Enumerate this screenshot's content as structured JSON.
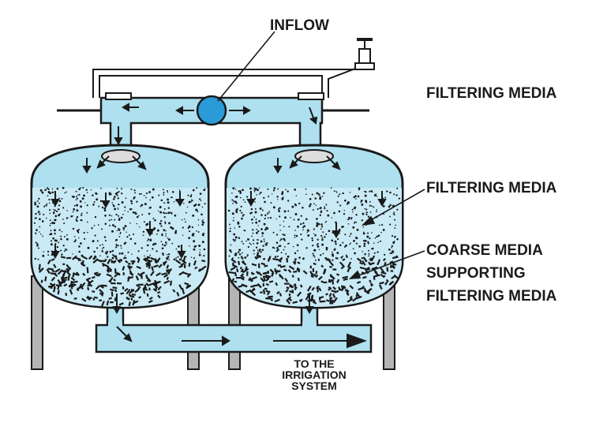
{
  "labels": {
    "inflow": "INFLOW",
    "filtering_media_top": "FILTERING MEDIA",
    "filtering_media_mid": "FILTERING MEDIA",
    "coarse_line1": "COARSE MEDIA",
    "coarse_line2": "SUPPORTING",
    "coarse_line3": "FILTERING MEDIA",
    "irrigation_line1": "TO THE",
    "irrigation_line2": "IRRIGATION",
    "irrigation_line3": "SYSTEM"
  },
  "colors": {
    "water": "#aee0ef",
    "pump": "#2a9ad8",
    "stroke": "#1a1a1a",
    "leg": "#b5b5b5"
  },
  "icons": {
    "pump": "inflow-pump-icon",
    "valve": "valve-handle-icon"
  }
}
